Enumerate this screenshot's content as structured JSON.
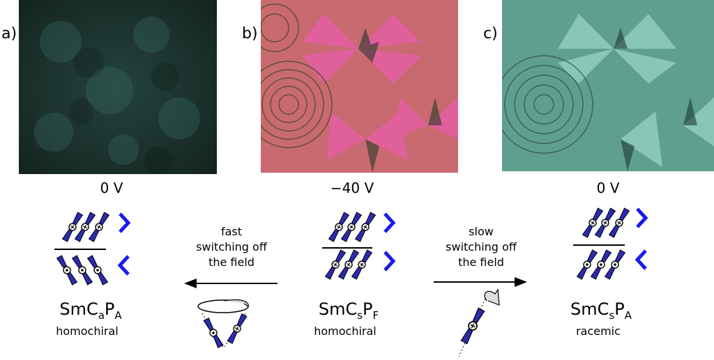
{
  "panels": [
    {
      "label": "a)",
      "voltage": "0 V",
      "phase_main": "SmC",
      "phase_sub1": "a",
      "phase_mid": "P",
      "phase_sub2": "A",
      "chirality": "homochiral"
    },
    {
      "label": "b)",
      "voltage": "−40 V",
      "phase_main": "SmC",
      "phase_sub1": "s",
      "phase_mid": "P",
      "phase_sub2": "F",
      "chirality": "homochiral"
    },
    {
      "label": "c)",
      "voltage": "0 V",
      "phase_main": "SmC",
      "phase_sub1": "s",
      "phase_mid": "P",
      "phase_sub2": "A",
      "chirality": "racemic"
    }
  ],
  "arrows": {
    "left": {
      "l1": "fast",
      "l2": "switching off",
      "l3": "the field"
    },
    "right": {
      "l1": "slow",
      "l2": "switching off",
      "l3": "the field"
    }
  },
  "colors": {
    "molecule": "#2b2bb0",
    "chevron": "#1a1aee",
    "pink": "#d8558f",
    "dark": "#1f2f2a",
    "cyan": "#7fc0b0"
  }
}
